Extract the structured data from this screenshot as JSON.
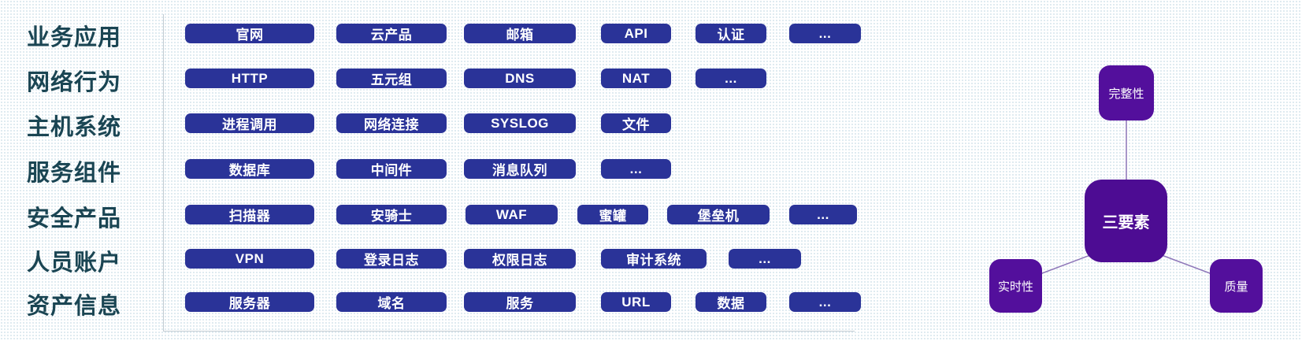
{
  "matrix": {
    "rows": [
      {
        "category": "业务应用",
        "badges": [
          "官网",
          "云产品",
          "邮箱",
          "API",
          "认证",
          "..."
        ]
      },
      {
        "category": "网络行为",
        "badges": [
          "HTTP",
          "五元组",
          "DNS",
          "NAT",
          "..."
        ]
      },
      {
        "category": "主机系统",
        "badges": [
          "进程调用",
          "网络连接",
          "SYSLOG",
          "文件"
        ]
      },
      {
        "category": "服务组件",
        "badges": [
          "数据库",
          "中间件",
          "消息队列",
          "..."
        ]
      },
      {
        "category": "安全产品",
        "badges": [
          "扫描器",
          "安骑士",
          "WAF",
          "蜜罐",
          "堡垒机",
          "..."
        ]
      },
      {
        "category": "人员账户",
        "badges": [
          "VPN",
          "登录日志",
          "权限日志",
          "审计系统",
          "..."
        ]
      },
      {
        "category": "资产信息",
        "badges": [
          "服务器",
          "域名",
          "服务",
          "URL",
          "数据",
          "..."
        ]
      }
    ]
  },
  "diagram": {
    "center": {
      "label": "三要素"
    },
    "top": {
      "label": "完整性"
    },
    "bottom_left": {
      "label": "实时性"
    },
    "bottom_right": {
      "label": "质量"
    }
  },
  "colors": {
    "badge": "#2a3398",
    "node": "#530f9c",
    "node_center": "#4d0c93",
    "category_text": "#1a4553",
    "connector": "#8d76b8",
    "axis": "#c3ccd3",
    "background_dots": "#d9e7ee"
  }
}
